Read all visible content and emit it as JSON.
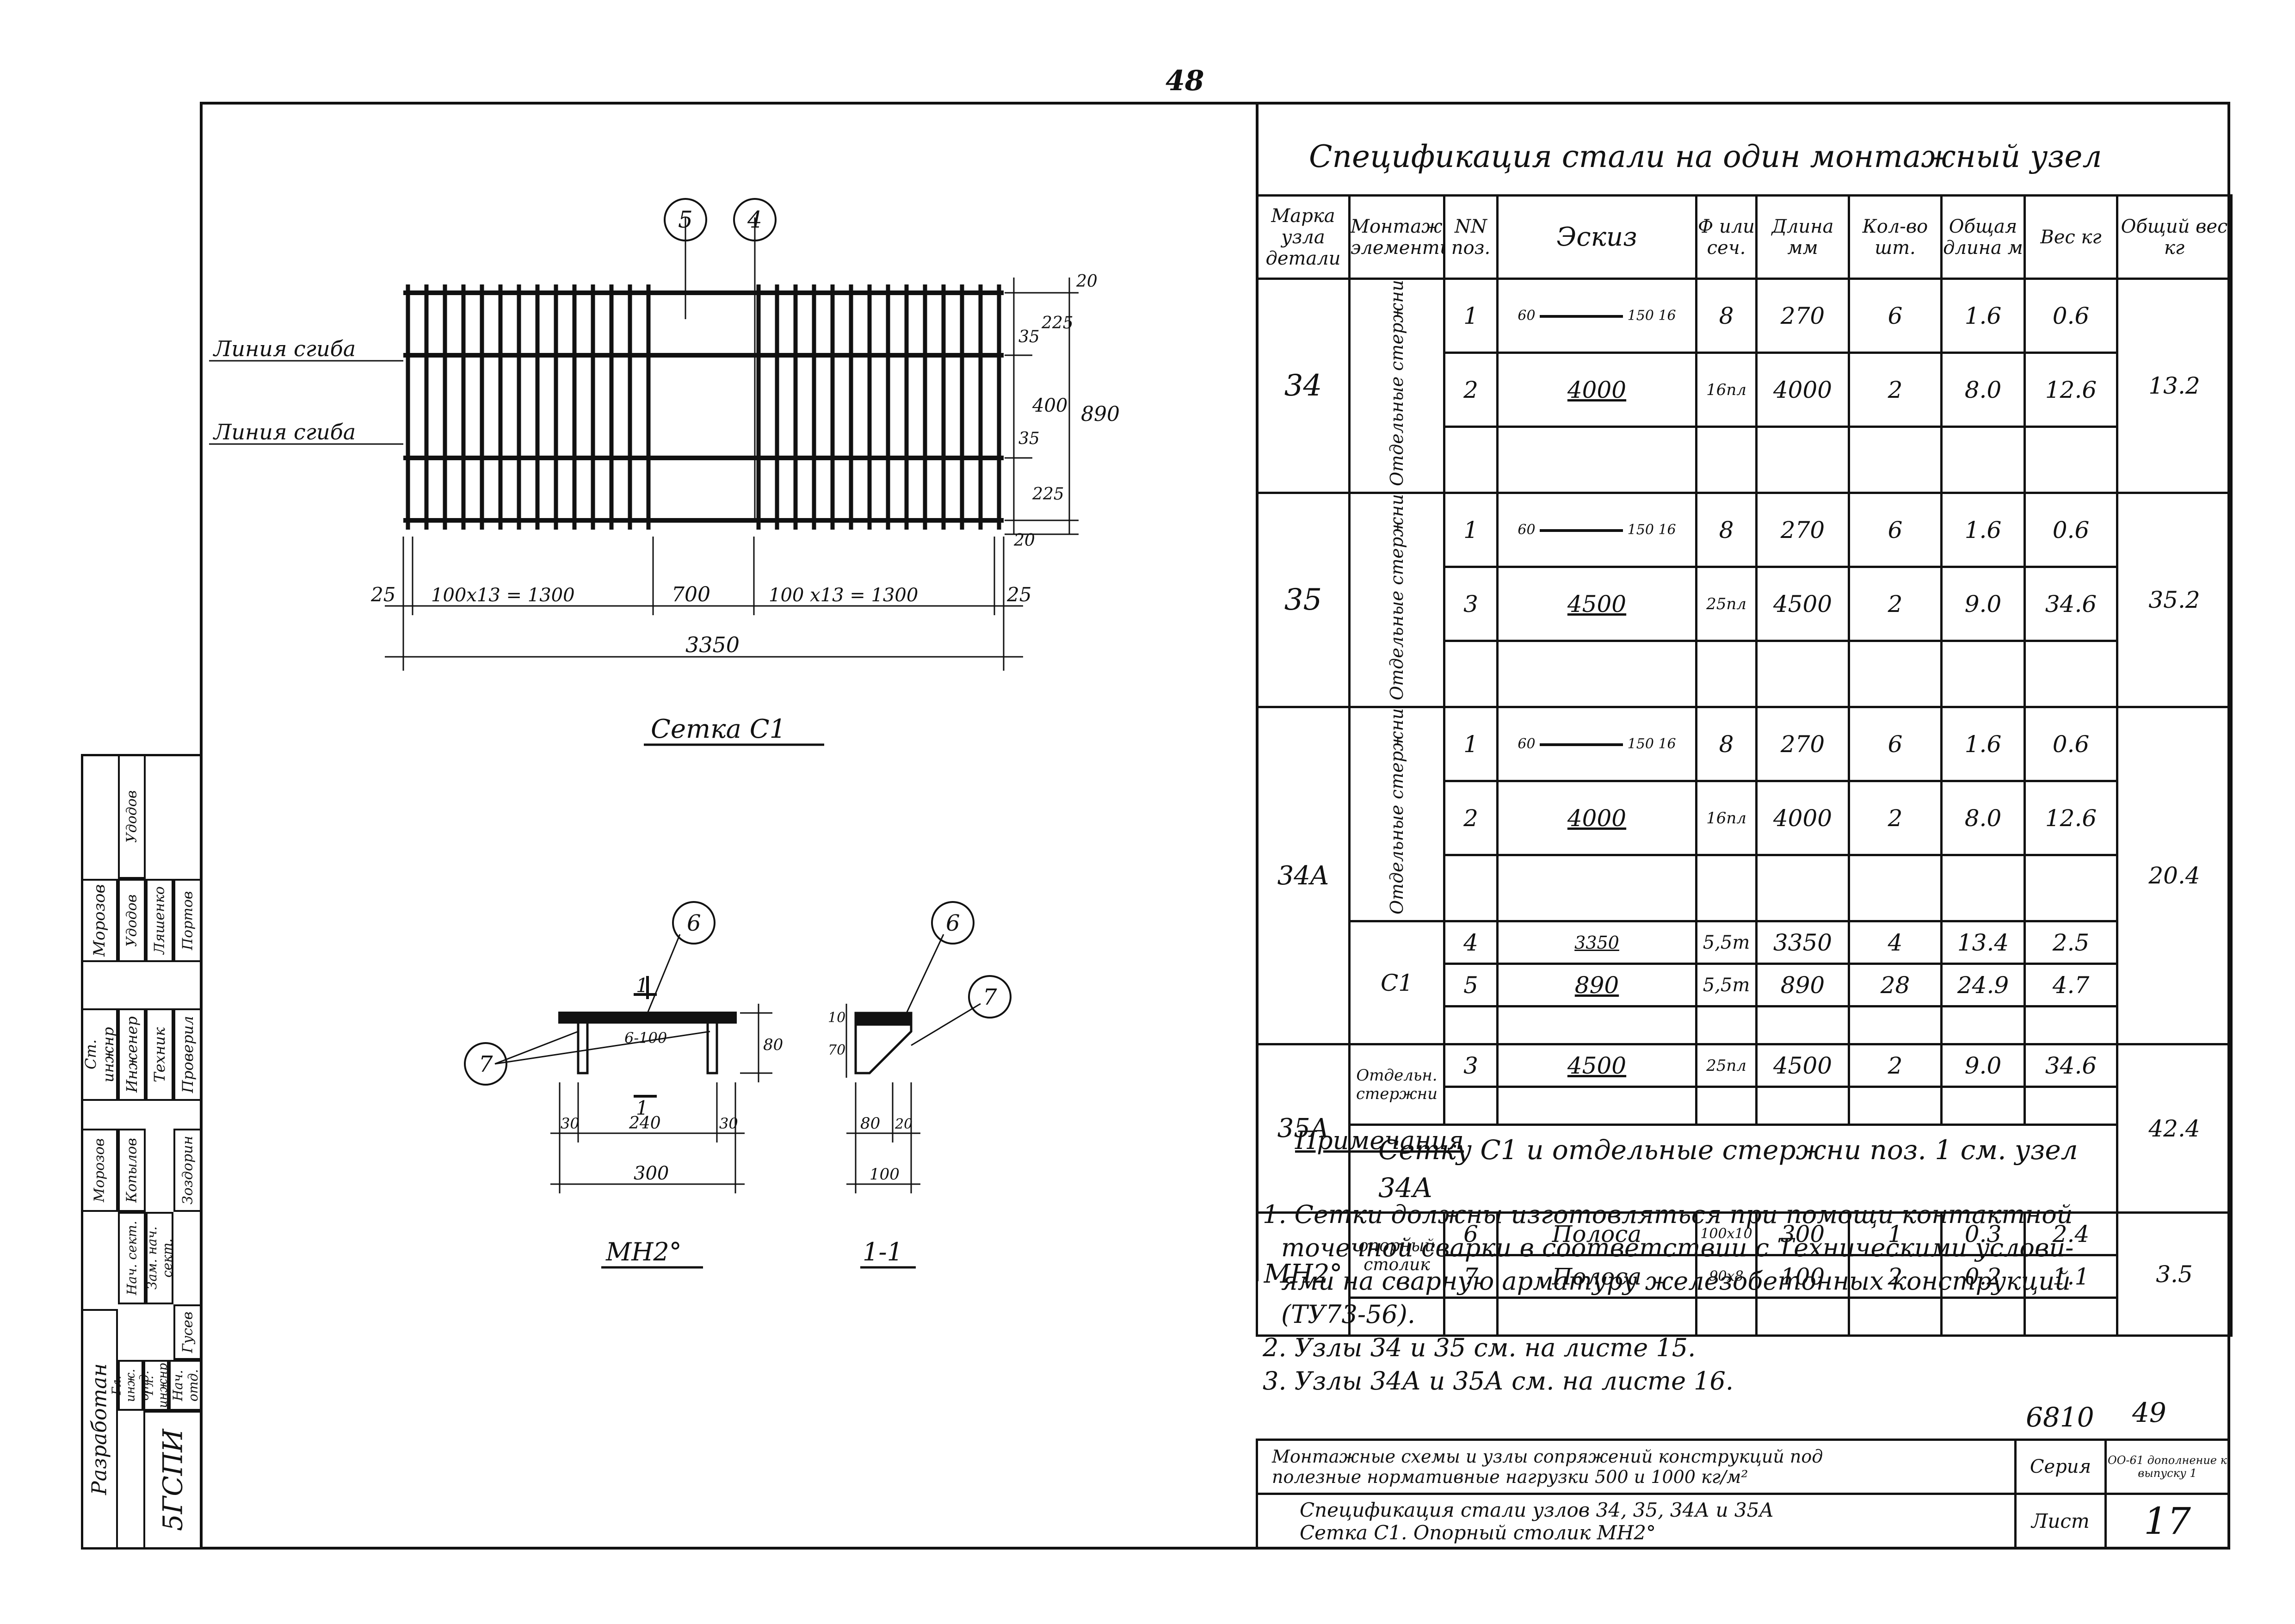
{
  "page_number_top": "48",
  "spec": {
    "title": "Спецификация стали на один монтажный узел",
    "headers": [
      "Марка узла детали",
      "Монтаж. элементы",
      "NN поз.",
      "Эскиз",
      "Ф или сеч.",
      "Длина мм",
      "Кол-во шт.",
      "Общая длина м",
      "Вес кг",
      "Общий вес кг"
    ],
    "rows": [
      {
        "node": "34",
        "elem": "Отдельные стержни",
        "pos": "1",
        "sketch_dims": [
          "60",
          "150",
          "16"
        ],
        "sec": "8",
        "len": "270",
        "qty": "6",
        "tot_len": "1.6",
        "weight": "0.6",
        "total": "13.2"
      },
      {
        "pos": "2",
        "sketch": "4000",
        "sec": "16пл",
        "len": "4000",
        "qty": "2",
        "tot_len": "8.0",
        "weight": "12.6"
      },
      {
        "node": "35",
        "elem": "Отдельные стержни",
        "pos": "1",
        "sketch_dims": [
          "60",
          "150",
          "16"
        ],
        "sec": "8",
        "len": "270",
        "qty": "6",
        "tot_len": "1.6",
        "weight": "0.6",
        "total": "35.2"
      },
      {
        "pos": "3",
        "sketch": "4500",
        "sec": "25пл",
        "len": "4500",
        "qty": "2",
        "tot_len": "9.0",
        "weight": "34.6"
      },
      {
        "node": "34A",
        "elem": "Отдельные стержни",
        "pos": "1",
        "sketch_dims": [
          "60",
          "150",
          "16"
        ],
        "sec": "8",
        "len": "270",
        "qty": "6",
        "tot_len": "1.6",
        "weight": "0.6",
        "total": "20.4"
      },
      {
        "pos": "2",
        "sketch": "4000",
        "sec": "16пл",
        "len": "4000",
        "qty": "2",
        "tot_len": "8.0",
        "weight": "12.6"
      },
      {
        "elem": "С1",
        "pos": "4",
        "sketch": "3350",
        "sec": "5,5т",
        "len": "3350",
        "qty": "4",
        "tot_len": "13.4",
        "weight": "2.5"
      },
      {
        "pos": "5",
        "sketch": "890",
        "sec": "5,5т",
        "len": "890",
        "qty": "28",
        "tot_len": "24.9",
        "weight": "4.7"
      },
      {
        "node": "35A",
        "elem": "Отдельн. стержни",
        "pos": "3",
        "sketch": "4500",
        "sec": "25пл",
        "len": "4500",
        "qty": "2",
        "tot_len": "9.0",
        "weight": "34.6",
        "total": "42.4"
      },
      {
        "merged": "Сетку С1 и отдельные стержни поз. 1 см. узел 34А"
      },
      {
        "node": "МН2°",
        "elem": "опорный столик",
        "pos": "6",
        "sketch": "Полоса",
        "sec": "100x10",
        "len": "300",
        "qty": "1",
        "tot_len": "0.3",
        "weight": "2.4",
        "total": "3.5"
      },
      {
        "pos": "7",
        "sketch": "Полоса",
        "sec": "90x8",
        "len": "100",
        "qty": "2",
        "tot_len": "0.2",
        "weight": "1.1"
      }
    ]
  },
  "mesh": {
    "caption": "Сетка С1",
    "bend_line_1": "Линия сгиба",
    "bend_line_2": "Линия сгиба",
    "callout_5": "5",
    "callout_4": "4",
    "dim_left_edge": "25",
    "dim_left_span": "100x13 = 1300",
    "dim_middle": "700",
    "dim_right_span": "100 x13 = 1300",
    "dim_right_edge": "25",
    "dim_total": "3350",
    "dim_v_top": "20",
    "dim_v_225a": "225",
    "dim_v_35a": "35",
    "dim_v_400": "400",
    "dim_v_35b": "35",
    "dim_v_225b": "225",
    "dim_v_bottom": "20",
    "dim_v_total": "890"
  },
  "mn2": {
    "caption": "МН2°",
    "callout_6": "6",
    "callout_7": "7",
    "section_mark": "1",
    "plate_label": "6-100",
    "dim_height": "80",
    "dim_30a": "30",
    "dim_240": "240",
    "dim_30b": "30",
    "dim_300": "300"
  },
  "section11": {
    "caption": "1-1",
    "callout_6": "6",
    "callout_7": "7",
    "dim_10": "10",
    "dim_70": "70",
    "dim_80": "80",
    "dim_20": "20",
    "dim_100": "100"
  },
  "notes": {
    "heading": "Примечания",
    "lines": [
      "1. Сетки должны изготовляться при помощи контактной",
      "точечной сварки в соответствии с Техническими услови-",
      "ями на сварную арматуру железобетонных конструкций",
      "(ТУ73-56).",
      "2. Узлы 34 и 35 см. на листе 15.",
      "3. Узлы 34А и 35А см. на листе 16."
    ]
  },
  "stamp": {
    "series_no": "6810",
    "page_no_small": "49",
    "title_line1": "Монтажные схемы и узлы сопряжений конструкций под",
    "title_line2": "полезные нормативные нагрузки 500 и 1000 кг/м²",
    "subtitle_line1": "Спецификация стали узлов 34, 35, 34А и 35А",
    "subtitle_line2": "Сетка С1. Опорный столик МН2°",
    "series_label": "Серия",
    "series_value": "ОО-61 дополнение к выпуску 1",
    "sheet_label": "Лист",
    "sheet_value": "17"
  },
  "side_stamp": {
    "org": "5ГСПИ",
    "developed": "Разработан",
    "roles": [
      "Гл. инж. отд.",
      "Гл. инжнр",
      "Нач. отд.",
      "Нач. сект.",
      "Зам. нач. сект.",
      "Ст. инжнр",
      "Инженер",
      "Техник",
      "Проверил"
    ],
    "names": [
      "Морозов",
      "Копылов",
      "Удодов",
      "Зоздорин",
      "Гусев",
      "Удодов",
      "Ляшенко",
      "Портов",
      "Морозов"
    ]
  }
}
